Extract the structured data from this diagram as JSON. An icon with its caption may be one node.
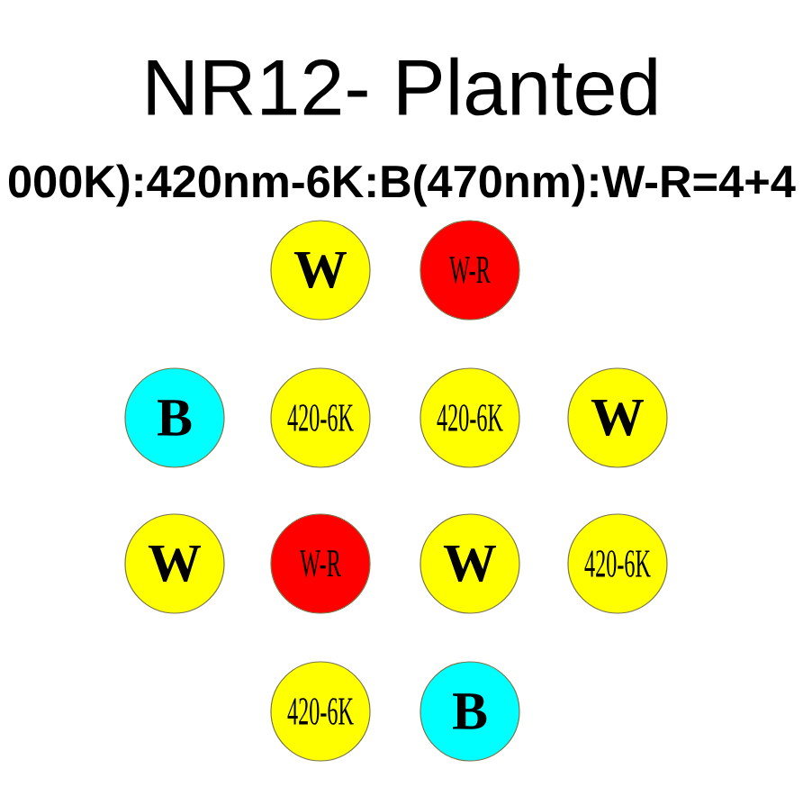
{
  "diagram": {
    "title": "NR12- Planted",
    "nodes": [
      {
        "text": [
          "W"
        ]
      },
      {
        "text": [
          "W-R"
        ]
      },
      {
        "text": [
          "B"
        ]
      },
      {
        "text": [
          "420-6K"
        ]
      },
      {
        "text": [
          "420-6K"
        ]
      },
      {
        "text": [
          "W"
        ]
      },
      {
        "text": [
          "W"
        ]
      },
      {
        "text": [
          "W-R"
        ]
      },
      {
        "text": [
          "W"
        ]
      },
      {
        "text": [
          "420-6K"
        ]
      },
      {
        "text": [
          "420-6K"
        ]
      },
      {
        "text": [
          "B"
        ]
      }
    ],
    "labels": [
      "000K):420nm-6K:B(470nm):W-R=4+4"
    ]
  }
}
